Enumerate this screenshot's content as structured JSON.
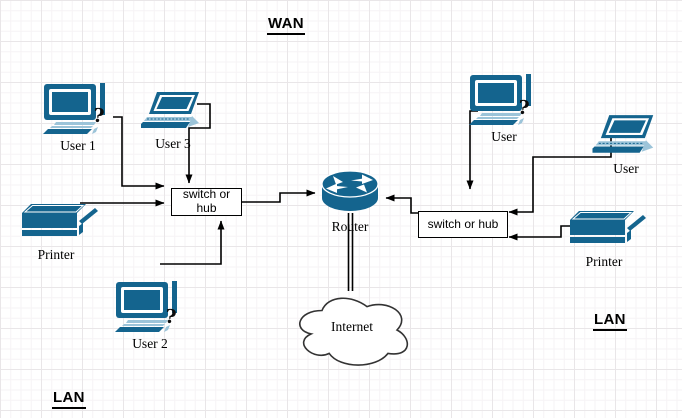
{
  "titles": {
    "wan": "WAN",
    "lan_left": "LAN",
    "lan_right": "LAN"
  },
  "nodes": {
    "user1": {
      "label": "User 1",
      "qmark": "?",
      "type": "desktop-pc"
    },
    "user3": {
      "label": "User 3",
      "type": "laptop"
    },
    "switch_left": {
      "label": "switch or hub",
      "type": "box"
    },
    "printer_left": {
      "label": "Printer",
      "type": "printer"
    },
    "user2": {
      "label": "User 2",
      "qmark": "?",
      "type": "desktop-pc"
    },
    "router": {
      "label": "Router",
      "type": "router"
    },
    "internet": {
      "label": "Internet",
      "type": "cloud"
    },
    "user_right_desktop": {
      "label": "User",
      "qmark": "?",
      "type": "desktop-pc"
    },
    "user_right_laptop": {
      "label": "User",
      "type": "laptop"
    },
    "switch_right": {
      "label": "switch or hub",
      "type": "box"
    },
    "printer_right": {
      "label": "Printer",
      "type": "printer"
    }
  },
  "edges": [
    {
      "from": "user1",
      "to": "switch_left",
      "arrow": "end"
    },
    {
      "from": "user3",
      "to": "switch_left",
      "arrow": "end"
    },
    {
      "from": "printer_left",
      "to": "switch_left",
      "arrow": "end"
    },
    {
      "from": "user2",
      "to": "switch_left",
      "arrow": "end"
    },
    {
      "from": "switch_left",
      "to": "router",
      "arrow": "end"
    },
    {
      "from": "user_right_desktop",
      "to": "switch_right",
      "arrow": "end"
    },
    {
      "from": "user_right_laptop",
      "to": "switch_right",
      "arrow": "end"
    },
    {
      "from": "printer_right",
      "to": "switch_right",
      "arrow": "end"
    },
    {
      "from": "switch_right",
      "to": "router",
      "arrow": "end"
    },
    {
      "from": "router",
      "to": "internet",
      "style": "double-line",
      "arrow": "none"
    }
  ],
  "colors": {
    "icon_primary": "#14648e",
    "icon_light": "#9cc4d9",
    "edge": "#000000",
    "box_border": "#000000",
    "cloud_stroke": "#333333",
    "background": "#ffffff"
  }
}
